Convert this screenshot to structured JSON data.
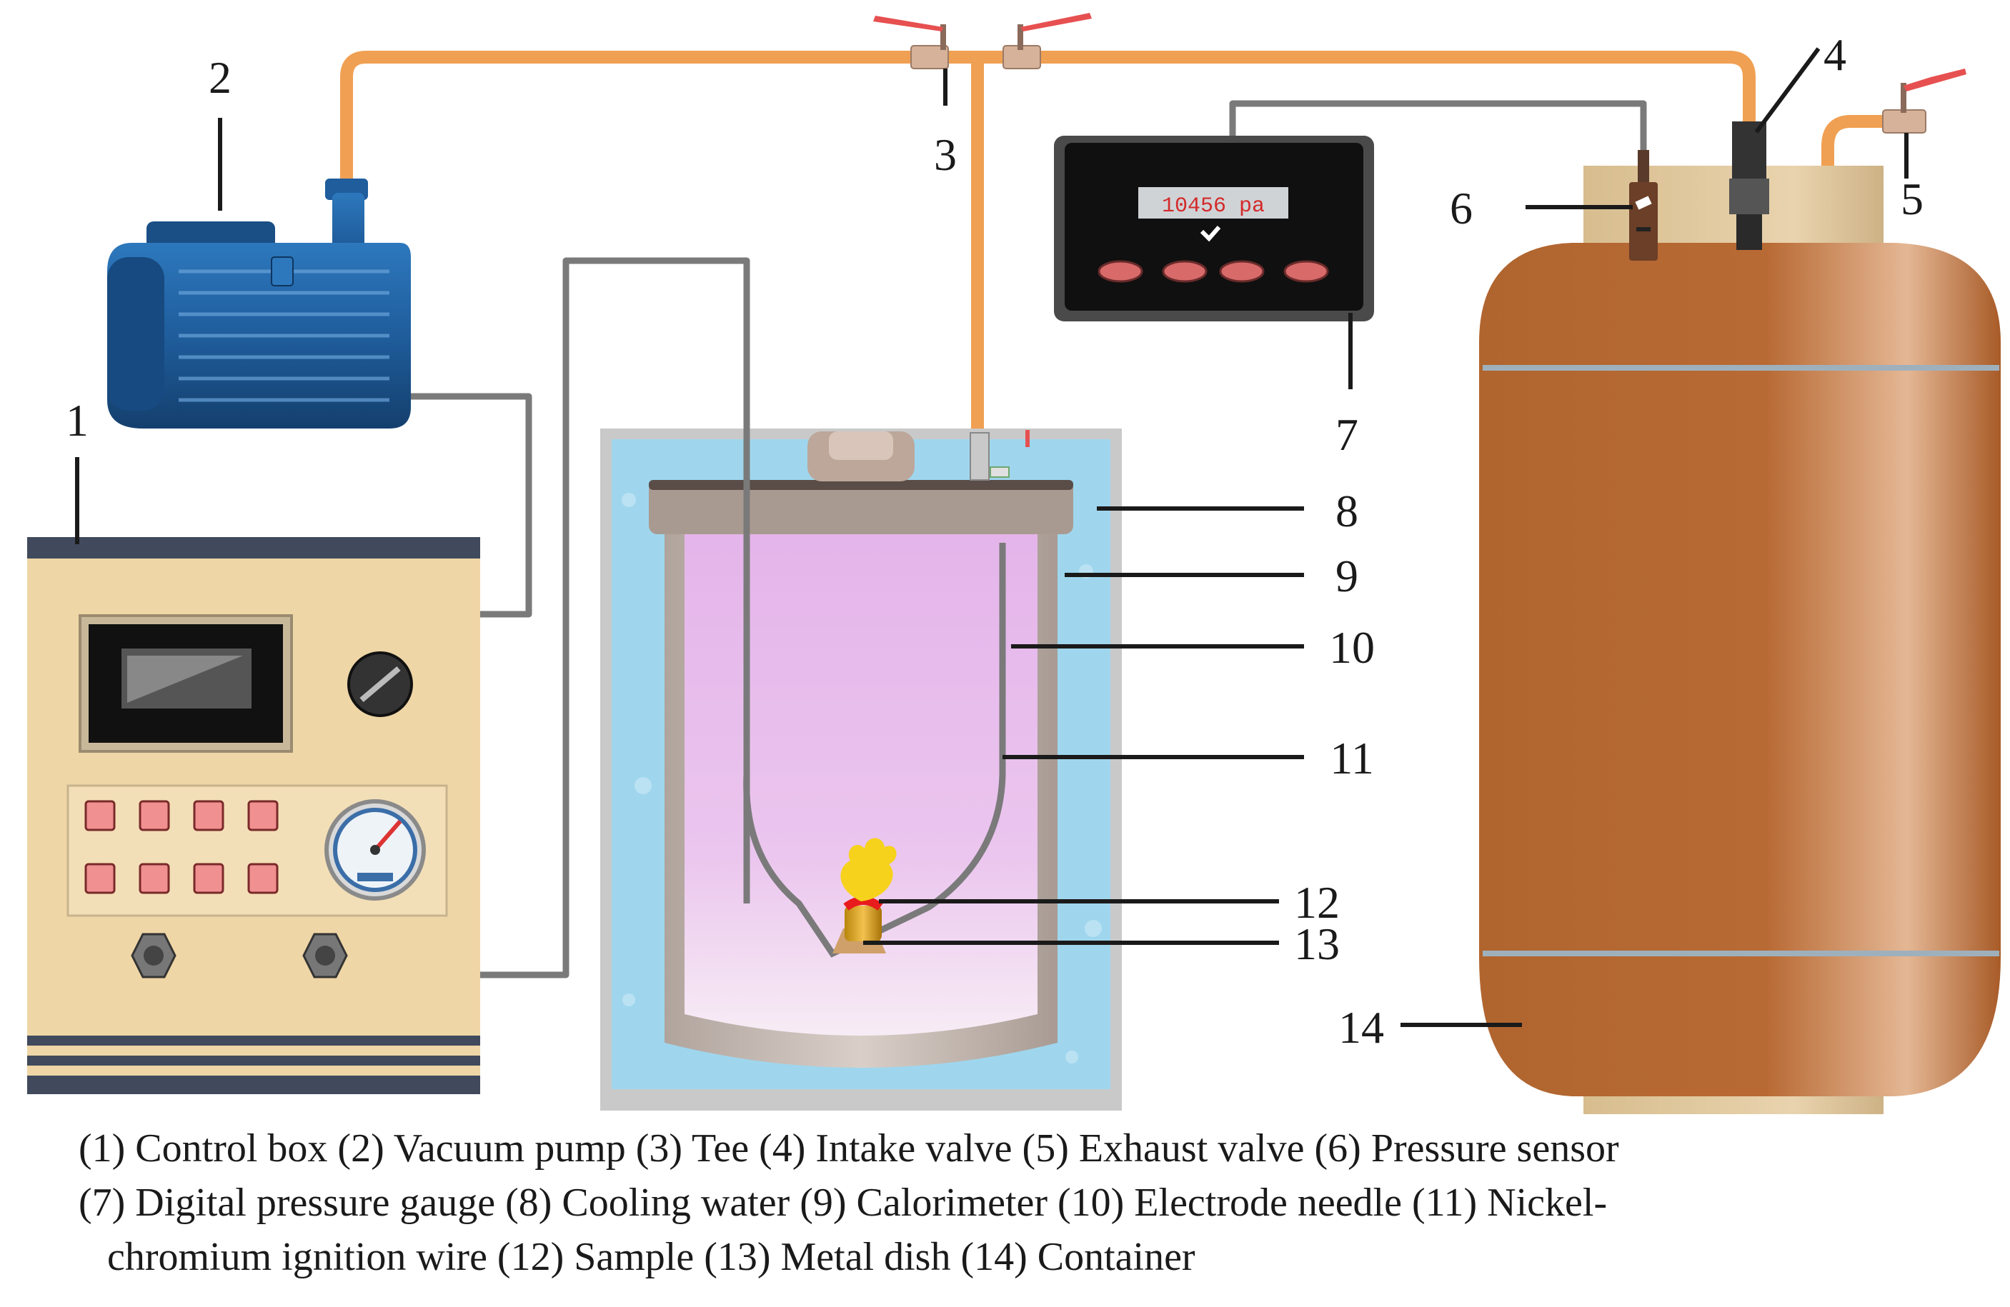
{
  "callouts": [
    {
      "num": "1"
    },
    {
      "num": "2"
    },
    {
      "num": "3"
    },
    {
      "num": "4"
    },
    {
      "num": "5"
    },
    {
      "num": "6"
    },
    {
      "num": "7"
    },
    {
      "num": "8"
    },
    {
      "num": "9"
    },
    {
      "num": "10"
    },
    {
      "num": "11"
    },
    {
      "num": "12"
    },
    {
      "num": "13"
    },
    {
      "num": "14"
    }
  ],
  "gauge_display": "10456 pa",
  "caption": {
    "line1": "(1) Control box (2) Vacuum pump (3) Tee (4) Intake valve (5) Exhaust valve (6) Pressure sensor",
    "line2": "(7) Digital pressure gauge (8) Cooling water (9) Calorimeter (10) Electrode needle (11) Nickel-",
    "line3": "chromium ignition wire (12) Sample (13) Metal dish (14) Container"
  },
  "colors": {
    "pipe_orange": "#f0a052",
    "wire_gray": "#7a7a7a",
    "pump_blue": "#1f5d9c",
    "control_box": "#efd6a6",
    "container_brown": "#b86a34",
    "cooling_water": "#9fd6ee",
    "calorimeter_inner": "#e6b8ea"
  },
  "icons": {
    "valve": "valve-icon",
    "gauge": "dial-gauge-icon",
    "flame": "flame-icon"
  }
}
